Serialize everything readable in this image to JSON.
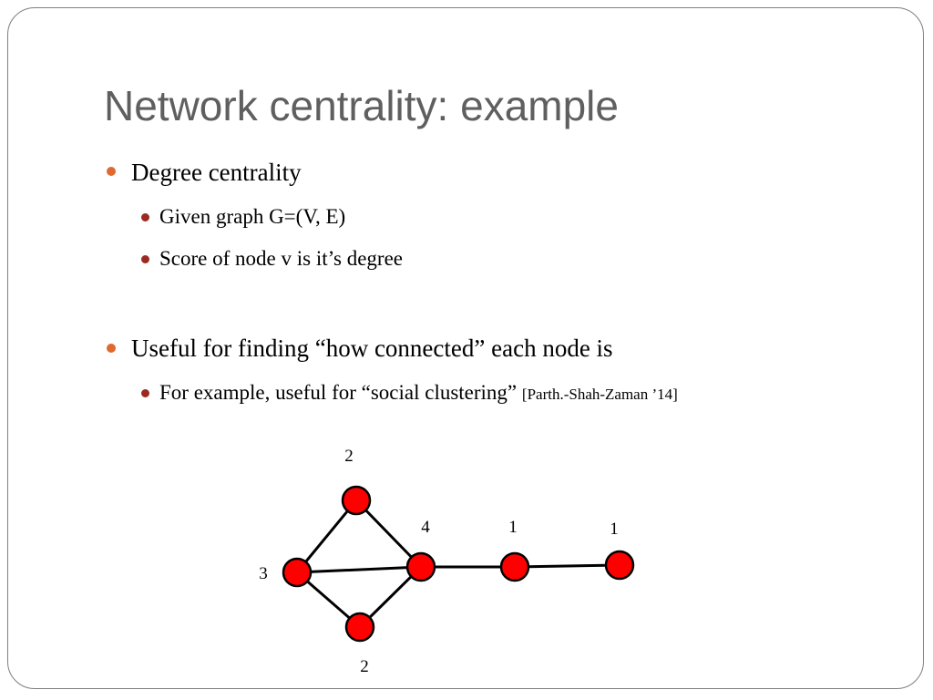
{
  "slide": {
    "title": "Network centrality: example",
    "bullets": [
      {
        "level": 1,
        "text": "Degree centrality"
      },
      {
        "level": 2,
        "text": "Given graph G=(V, E)"
      },
      {
        "level": 2,
        "text": "Score of node v is it’s degree"
      },
      {
        "level": 1,
        "text": "Useful for finding “how connected” each node is"
      },
      {
        "level": 2,
        "text": "For example, useful for “social clustering” ",
        "citation": "[Parth.-Shah-Zaman ’14]"
      }
    ]
  },
  "graph": {
    "node_color": "#ff0000",
    "edge_color": "#000000",
    "nodes": [
      {
        "id": "top",
        "degree": "2"
      },
      {
        "id": "left",
        "degree": "3"
      },
      {
        "id": "bottom",
        "degree": "2"
      },
      {
        "id": "hub",
        "degree": "4"
      },
      {
        "id": "mid",
        "degree": "1"
      },
      {
        "id": "right",
        "degree": "1"
      }
    ],
    "edges": [
      [
        "left",
        "top"
      ],
      [
        "top",
        "hub"
      ],
      [
        "left",
        "hub"
      ],
      [
        "left",
        "bottom"
      ],
      [
        "bottom",
        "hub"
      ],
      [
        "hub",
        "mid"
      ],
      [
        "mid",
        "right"
      ]
    ]
  }
}
